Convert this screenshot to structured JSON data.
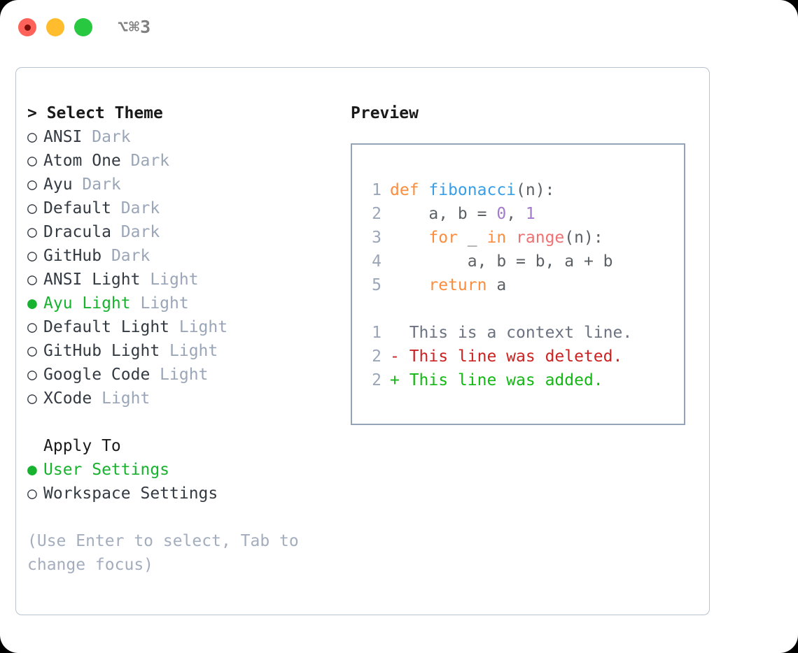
{
  "titlebar": {
    "dots": [
      {
        "name": "close",
        "color": "#ff6259"
      },
      {
        "name": "minimize",
        "color": "#ffbd2e"
      },
      {
        "name": "maximize",
        "color": "#28c840"
      }
    ],
    "shortcut": "⌥⌘3"
  },
  "left": {
    "heading": "> Select Theme",
    "themes": [
      {
        "bullet": "○",
        "label": "ANSI",
        "meta": "Dark",
        "selected": false
      },
      {
        "bullet": "○",
        "label": "Atom One",
        "meta": "Dark",
        "selected": false
      },
      {
        "bullet": "○",
        "label": "Ayu",
        "meta": "Dark",
        "selected": false
      },
      {
        "bullet": "○",
        "label": "Default",
        "meta": "Dark",
        "selected": false
      },
      {
        "bullet": "○",
        "label": "Dracula",
        "meta": "Dark",
        "selected": false
      },
      {
        "bullet": "○",
        "label": "GitHub",
        "meta": "Dark",
        "selected": false
      },
      {
        "bullet": "○",
        "label": "ANSI Light",
        "meta": "Light",
        "selected": false
      },
      {
        "bullet": "●",
        "label": "Ayu Light",
        "meta": "Light",
        "selected": true
      },
      {
        "bullet": "○",
        "label": "Default Light",
        "meta": "Light",
        "selected": false
      },
      {
        "bullet": "○",
        "label": "GitHub Light",
        "meta": "Light",
        "selected": false
      },
      {
        "bullet": "○",
        "label": "Google Code",
        "meta": "Light",
        "selected": false
      },
      {
        "bullet": "○",
        "label": "XCode",
        "meta": "Light",
        "selected": false
      }
    ],
    "apply_to_heading": "Apply To",
    "apply_to": [
      {
        "bullet": "●",
        "label": "User Settings",
        "selected": true
      },
      {
        "bullet": "○",
        "label": "Workspace Settings",
        "selected": false
      }
    ],
    "hint": "(Use Enter to select, Tab to change focus)"
  },
  "right": {
    "heading": "Preview",
    "code_lines": [
      {
        "num": "1",
        "tokens": [
          {
            "t": "def ",
            "c": "kw"
          },
          {
            "t": "fibonacci",
            "c": "fn"
          },
          {
            "t": "(n):",
            "c": "pl"
          }
        ]
      },
      {
        "num": "2",
        "tokens": [
          {
            "t": "    a, b = ",
            "c": "pl"
          },
          {
            "t": "0",
            "c": "num"
          },
          {
            "t": ", ",
            "c": "pl"
          },
          {
            "t": "1",
            "c": "num"
          }
        ]
      },
      {
        "num": "3",
        "tokens": [
          {
            "t": "    ",
            "c": "pl"
          },
          {
            "t": "for",
            "c": "kw"
          },
          {
            "t": " _ ",
            "c": "pl"
          },
          {
            "t": "in",
            "c": "kw"
          },
          {
            "t": " ",
            "c": "pl"
          },
          {
            "t": "range",
            "c": "bi"
          },
          {
            "t": "(n):",
            "c": "pl"
          }
        ]
      },
      {
        "num": "4",
        "tokens": [
          {
            "t": "        a, b = b, a + b",
            "c": "pl"
          }
        ]
      },
      {
        "num": "5",
        "tokens": [
          {
            "t": "    ",
            "c": "pl"
          },
          {
            "t": "return",
            "c": "kw"
          },
          {
            "t": " a",
            "c": "pl"
          }
        ]
      }
    ],
    "diff_lines": [
      {
        "num": "1",
        "marker": "  ",
        "text": "This is a context line.",
        "kind": "ctx"
      },
      {
        "num": "2",
        "marker": "- ",
        "text": "This line was deleted.",
        "kind": "del"
      },
      {
        "num": "2",
        "marker": "+ ",
        "text": "This line was added.",
        "kind": "add"
      }
    ]
  },
  "colors": {
    "keyword": "#fa8d3e",
    "function": "#399ee6",
    "number": "#a37acc",
    "builtin": "#f07171",
    "plain": "#5c6166",
    "diff_context": "#6b7280",
    "diff_deleted": "#cc2222",
    "diff_added": "#14b814",
    "selected": "#17b22e",
    "muted": "#9aa6b8",
    "border": "#94a3b8"
  }
}
